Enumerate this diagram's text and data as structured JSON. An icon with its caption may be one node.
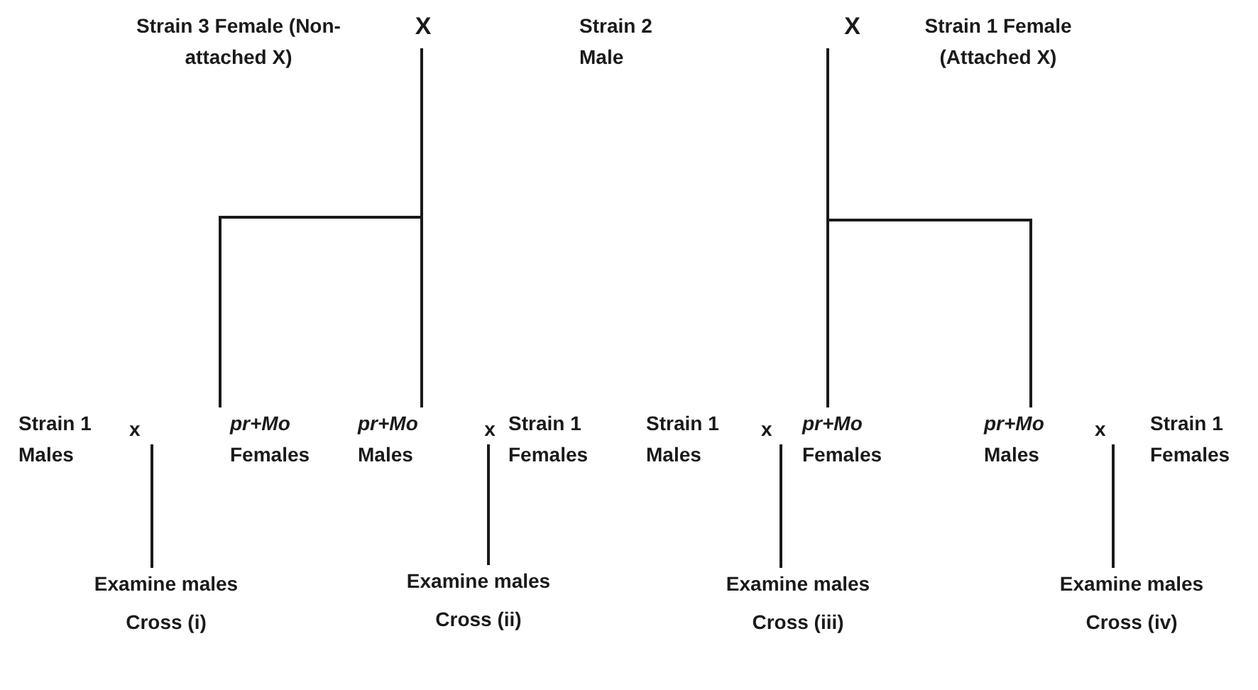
{
  "diagram": {
    "nodes": [
      {
        "text": [
          "Strain 3 Female (Non-attached X)"
        ]
      },
      {
        "text": [
          "X"
        ]
      },
      {
        "text": [
          "Strain 2 Male"
        ]
      },
      {
        "text": [
          "X"
        ]
      },
      {
        "text": [
          "Strain 1 Female (Attached X)"
        ]
      },
      {
        "text": [
          "Strain 1 Males"
        ]
      },
      {
        "text": [
          "x"
        ]
      },
      {
        "text": [
          "*pr+Mo* Females"
        ]
      },
      {
        "text": [
          "*pr+Mo* Males"
        ]
      },
      {
        "text": [
          "x"
        ]
      },
      {
        "text": [
          "Strain 1 Females"
        ]
      },
      {
        "text": [
          "Strain 1 Males"
        ]
      },
      {
        "text": [
          "x"
        ]
      },
      {
        "text": [
          "*pr+Mo* Females"
        ]
      },
      {
        "text": [
          "*pr+Mo* Males"
        ]
      },
      {
        "text": [
          "x"
        ]
      },
      {
        "text": [
          "Strain 1 Females"
        ]
      },
      {
        "text": [
          "Examine males"
        ]
      },
      {
        "text": [
          "Examine males"
        ]
      },
      {
        "text": [
          "Examine males"
        ]
      },
      {
        "text": [
          "Examine males"
        ]
      }
    ],
    "edges": [
      {
        "from": 1,
        "to": 7,
        "arrow": "none"
      },
      {
        "from": 1,
        "to": 8,
        "arrow": "none"
      },
      {
        "from": 3,
        "to": 13,
        "arrow": "none"
      },
      {
        "from": 3,
        "to": 14,
        "arrow": "none"
      },
      {
        "from": 6,
        "to": 17,
        "arrow": "none"
      },
      {
        "from": 9,
        "to": 18,
        "arrow": "none"
      },
      {
        "from": 12,
        "to": 19,
        "arrow": "none"
      },
      {
        "from": 15,
        "to": 20,
        "arrow": "none"
      }
    ],
    "labels": [
      "Cross (i)",
      "Cross (ii)",
      "Cross (iii)",
      "Cross (iv)"
    ]
  }
}
